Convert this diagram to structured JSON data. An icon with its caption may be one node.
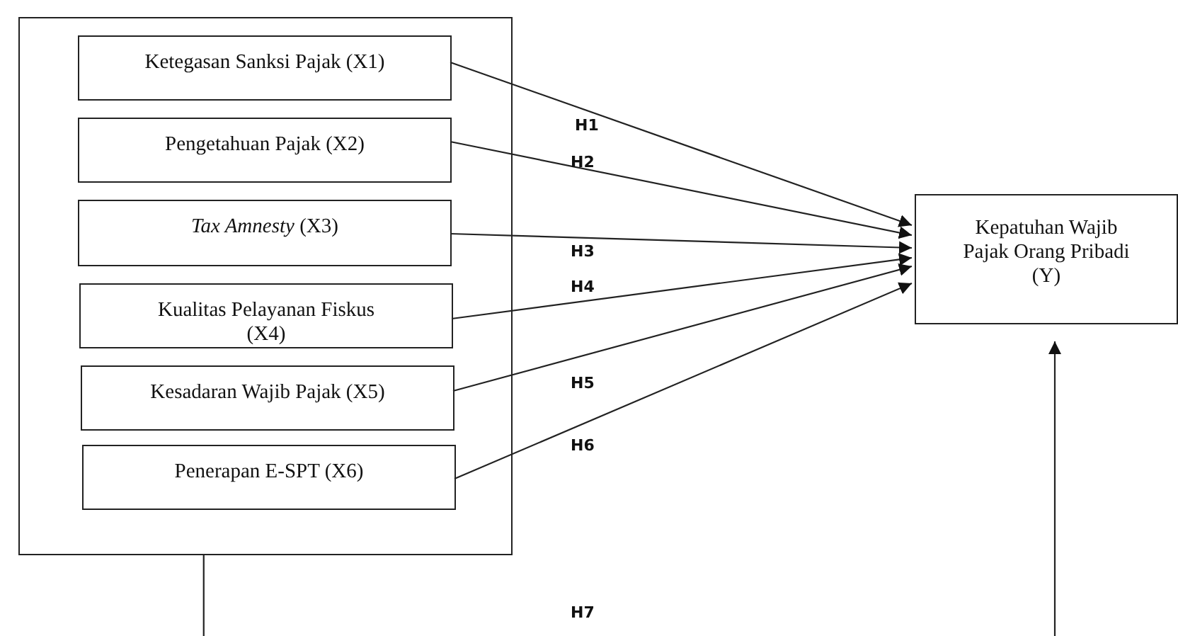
{
  "diagram": {
    "nodes": [
      {
        "text": [],
        "shape": "box"
      },
      {
        "text": [
          "Ketegasan Sanksi Pajak (X1)"
        ],
        "in": 0
      },
      {
        "text": [
          "Pengetahuan Pajak (X2)"
        ],
        "in": 0
      },
      {
        "text": [
          "*Tax Amnesty* (X3)"
        ],
        "in": 0
      },
      {
        "text": [
          "Kualitas Pelayanan Fiskus (X4)"
        ],
        "in": 0
      },
      {
        "text": [
          "Kesadaran Wajib Pajak (X5)"
        ],
        "in": 0
      },
      {
        "text": [
          "Penerapan E-SPT (X6)"
        ],
        "in": 0
      },
      {
        "text": [
          "Kepatuhan Wajib Pajak Orang Pribadi (Y)"
        ]
      }
    ],
    "edges": [
      {
        "from": 1,
        "to": 7,
        "arrow": "to",
        "label": "H1"
      },
      {
        "from": 2,
        "to": 7,
        "arrow": "to",
        "label": "H2"
      },
      {
        "from": 3,
        "to": 7,
        "arrow": "to",
        "label": "H3"
      },
      {
        "from": 4,
        "to": 7,
        "arrow": "to",
        "label": "H4"
      },
      {
        "from": 5,
        "to": 7,
        "arrow": "to",
        "label": "H5"
      },
      {
        "from": 6,
        "to": 7,
        "arrow": "to",
        "label": "H6"
      },
      {
        "from": 0,
        "to": 7,
        "arrow": "to",
        "label": "H7"
      }
    ]
  }
}
